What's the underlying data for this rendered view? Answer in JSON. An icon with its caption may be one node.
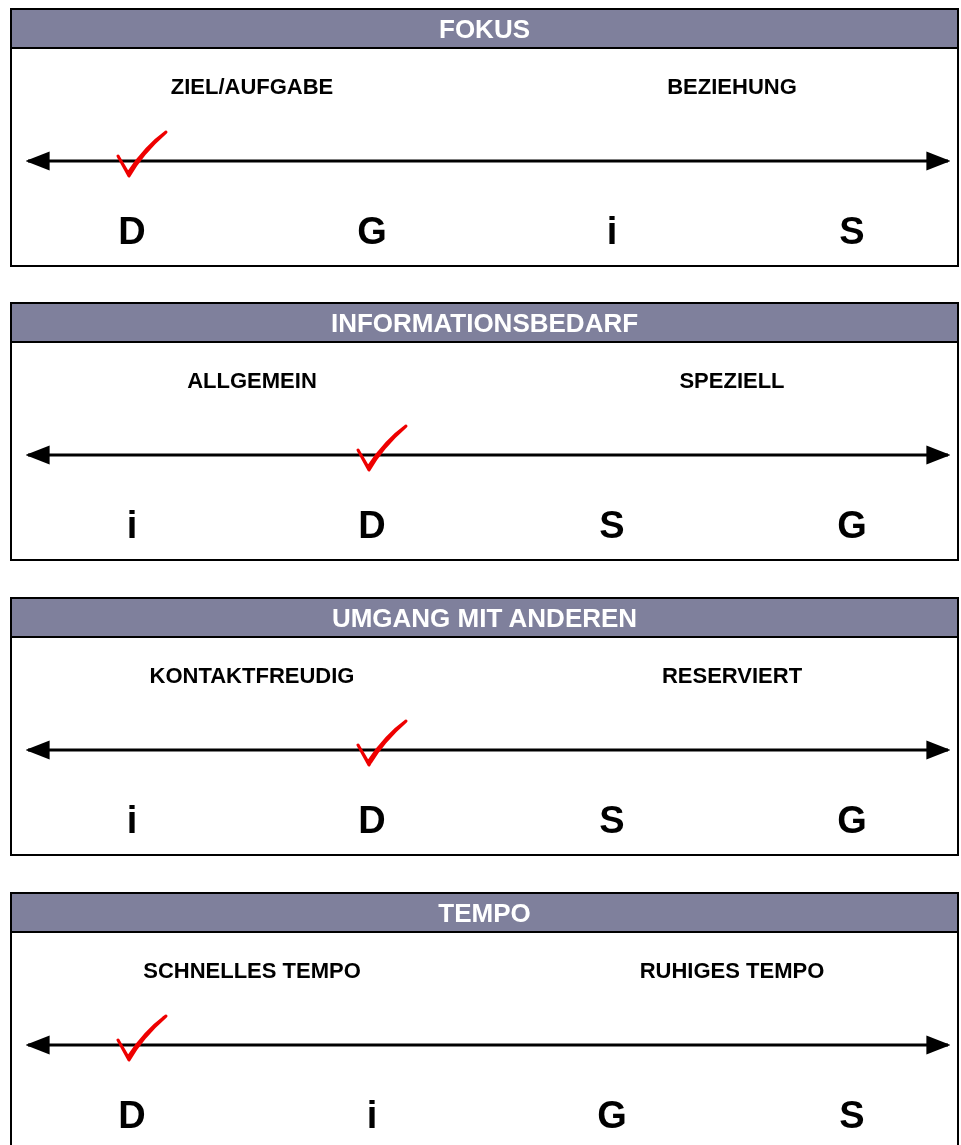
{
  "diagram": {
    "nodes": [
      {
        "text": [
          "FOKUS"
        ]
      },
      {
        "text": [
          "INFORMATIONSBEDARF"
        ]
      },
      {
        "text": [
          "UMGANG MIT ANDEREN"
        ]
      },
      {
        "text": [
          "TEMPO"
        ]
      }
    ],
    "labels": [
      "ZIEL/AUFGABE",
      "BEZIEHUNG",
      "D",
      "G",
      "i",
      "S",
      "ALLGEMEIN",
      "SPEZIELL",
      "i",
      "D",
      "S",
      "G",
      "KONTAKTFREUDIG",
      "RESERVIERT",
      "i",
      "D",
      "S",
      "G",
      "SCHNELLES TEMPO",
      "RUHIGES TEMPO",
      "D",
      "i",
      "G",
      "S"
    ]
  }
}
